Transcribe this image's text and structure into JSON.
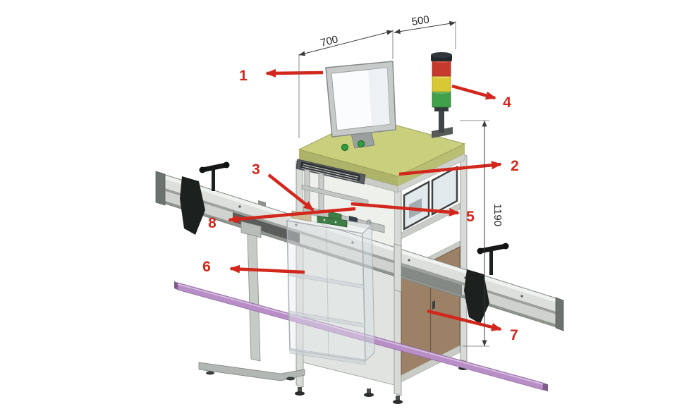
{
  "figure": {
    "description": "3D CAD isometric diagram of an inline inspection machine on a conveyor with numbered callouts and overall dimensions",
    "background": "#ffffff"
  },
  "callouts": [
    {
      "label": "1"
    },
    {
      "label": "2"
    },
    {
      "label": "3"
    },
    {
      "label": "4"
    },
    {
      "label": "5"
    },
    {
      "label": "6"
    },
    {
      "label": "7"
    },
    {
      "label": "8"
    }
  ],
  "dimensions": {
    "top_width": "700",
    "top_depth": "500",
    "machine_height": "1190"
  },
  "colors": {
    "callout_red": "#d2271c",
    "dimension_text": "#222222",
    "dimension_line": "#3c3c3c",
    "tabletop_green": "#c9cf7c",
    "tower_red": "#c63a2e",
    "tower_yellow": "#d9c835",
    "tower_green": "#41a04a",
    "door_brown": "#9c8166",
    "rail_purple": "#b78fc6",
    "metal_light": "#d7dad6",
    "screen_white": "#fbfcfd",
    "glass_blue": "#d9e4e9",
    "clamp_black": "#1c201e",
    "pcb_green": "#3f7d46"
  }
}
